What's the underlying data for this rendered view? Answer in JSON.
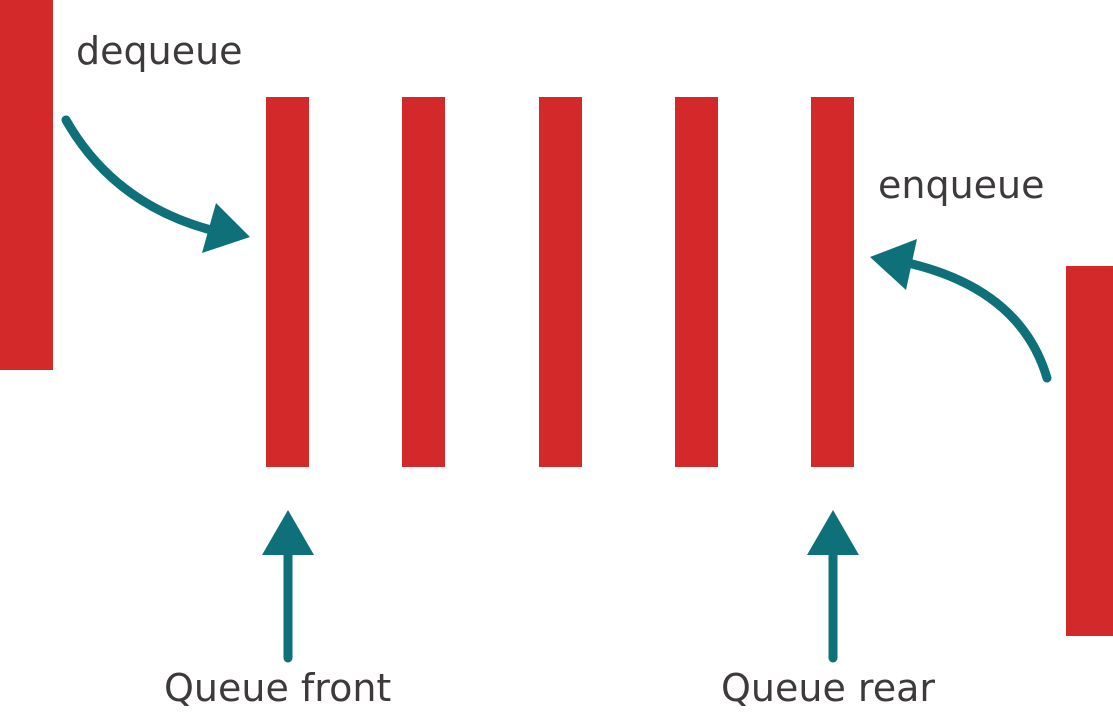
{
  "labels": {
    "dequeue": "dequeue",
    "enqueue": "enqueue",
    "front": "Queue front",
    "rear": "Queue rear"
  },
  "colors": {
    "item": "#d4292a",
    "arrow": "#0e717a",
    "text": "#3e3a3a",
    "background": "#ffffff"
  },
  "queue": {
    "item_count": 5
  }
}
